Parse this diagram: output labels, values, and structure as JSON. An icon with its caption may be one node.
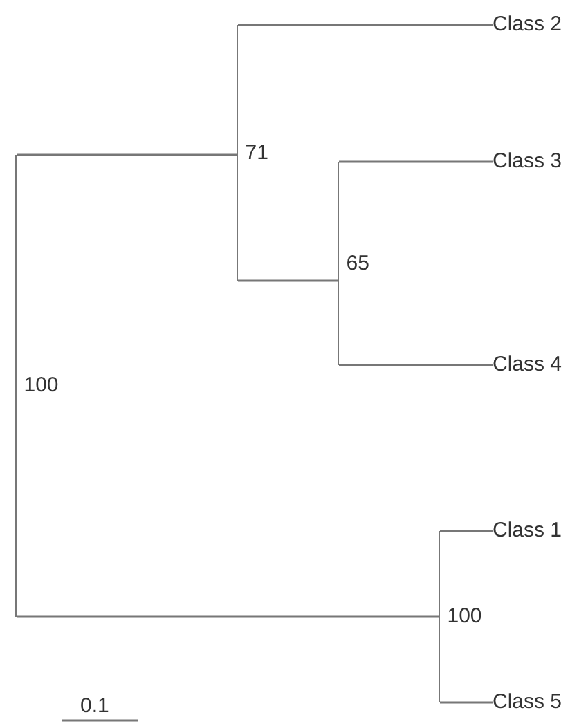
{
  "diagram": {
    "nodes": [
      {
        "text": [
          "100"
        ]
      },
      {
        "text": [
          "71"
        ]
      },
      {
        "text": [
          "Class 2"
        ]
      },
      {
        "text": [
          "65"
        ]
      },
      {
        "text": [
          "Class 3"
        ]
      },
      {
        "text": [
          "Class 4"
        ]
      },
      {
        "text": [
          "100"
        ]
      },
      {
        "text": [
          "Class 1"
        ]
      },
      {
        "text": [
          "Class 5"
        ]
      }
    ],
    "edges": [
      {
        "from": 0,
        "to": 1,
        "arrow": "none"
      },
      {
        "from": 0,
        "to": 6,
        "arrow": "none"
      },
      {
        "from": 1,
        "to": 2,
        "arrow": "none"
      },
      {
        "from": 1,
        "to": 3,
        "arrow": "none"
      },
      {
        "from": 3,
        "to": 4,
        "arrow": "none"
      },
      {
        "from": 3,
        "to": 5,
        "arrow": "none"
      },
      {
        "from": 6,
        "to": 7,
        "arrow": "none"
      },
      {
        "from": 6,
        "to": 8,
        "arrow": "none"
      }
    ],
    "labels": [
      "0.1"
    ]
  }
}
